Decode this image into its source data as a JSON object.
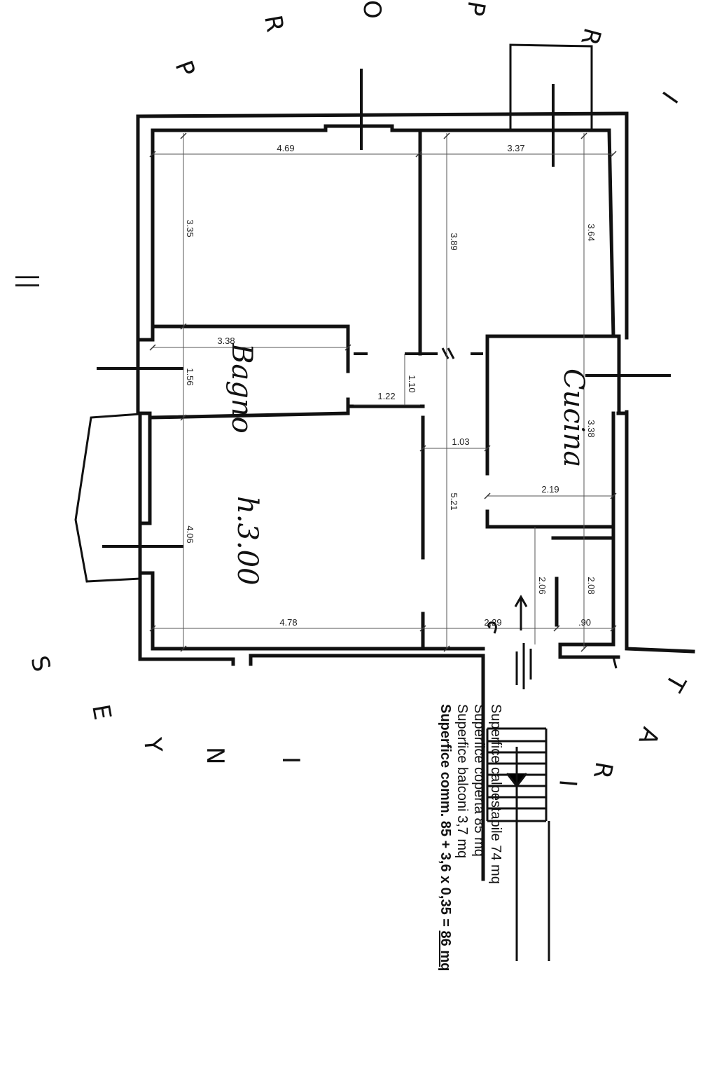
{
  "dimensions": {
    "top_left_width": "4.69",
    "top_right_width": "3.37",
    "left_room_depth": "3.35",
    "center_top_depth": "3.89",
    "right_top_depth": "3.64",
    "bath_width": "3.38",
    "bath_depth": "1.56",
    "corridor_small": "1.22",
    "corridor_vertical": "1.10",
    "corridor_width": "1.03",
    "kitchen_depth": "3.38",
    "kitchen_width": "2.19",
    "lower_room_depth": "4.06",
    "center_long_depth": "5.21",
    "entry_depth_a": "2.06",
    "entry_depth_b": "2.08",
    "bottom_left_width": "4.78",
    "entry_width": "2.29",
    "closet_width": ".90"
  },
  "room_labels": {
    "bathroom": "Bagno",
    "kitchen": "Cucina",
    "height": "h.3.00"
  },
  "boundary_letters": {
    "top": [
      "P",
      "R",
      "O",
      "P",
      "R",
      "I"
    ],
    "left_marks": "||",
    "right": [
      "T",
      "A",
      "R",
      "I"
    ],
    "bottom": [
      "S",
      "E",
      "Y",
      "N",
      "I"
    ]
  },
  "summary": {
    "line1": "Superfice calpestabile 74 mq",
    "line2": "Superfice coperta 85 mq",
    "line3": "Superfice balconi 3,7 mq",
    "total_prefix": "Superfice comm. 85 + 3,6 x 0,35 = ",
    "total_value": "86 mq"
  }
}
